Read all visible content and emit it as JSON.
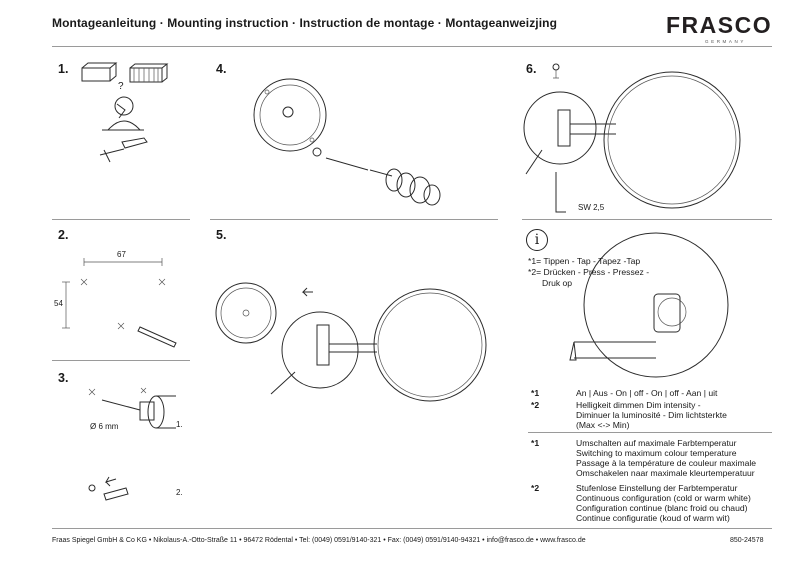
{
  "header": {
    "title": "Montageanleitung · Mounting instruction · Instruction de montage · Montageanweizjing",
    "brand": "FRASCO",
    "brand_sub": "GERMANY"
  },
  "steps": {
    "s1": "1.",
    "s2": "2.",
    "s3": "3.",
    "s4": "4.",
    "s5": "5.",
    "s6": "6."
  },
  "step1": {
    "question": "?"
  },
  "step2": {
    "width": "67",
    "height": "54"
  },
  "step3": {
    "diameter": "Ø 6 mm",
    "sub1": "1.",
    "sub2": "2."
  },
  "step6": {
    "wrench": "SW 2,5"
  },
  "info": {
    "icon": "i",
    "tap": "*1= Tippen - Tap - Tapez -Tap",
    "press1": "*2= Drücken - Press - Pressez -",
    "press2": "Druk op"
  },
  "notes": [
    {
      "key": "*1",
      "lines": [
        "An | Aus - On | off - On | off - Aan | uit"
      ]
    },
    {
      "key": "*2",
      "lines": [
        "Helligkeit dimmen Dim intensity -",
        "Diminuer la luminosité - Dim lichtsterkte",
        "(Max <-> Min)"
      ]
    },
    {
      "key": "*1",
      "lines": [
        "Umschalten auf maximale Farbtemperatur",
        "Switching to maximum colour temperature",
        "Passage à la température de couleur maximale",
        "Omschakelen naar maximale kleurtemperatuur"
      ]
    },
    {
      "key": "*2",
      "lines": [
        "Stufenlose Einstellung der Farbtemperatur",
        "Continuous configuration (cold or warm white)",
        "Configuration continue (blanc froid ou chaud)",
        "Continue configuratie (koud of warm wit)"
      ]
    }
  ],
  "footer": {
    "address": "Fraas Spiegel GmbH & Co KG • Nikolaus-A.-Otto-Straße 11 • 96472 Rödental • Tel: (0049) 0591/9140-321 • Fax: (0049) 0591/9140-94321 • info@frasco.de • www.frasco.de",
    "doc_number": "850-24578"
  }
}
